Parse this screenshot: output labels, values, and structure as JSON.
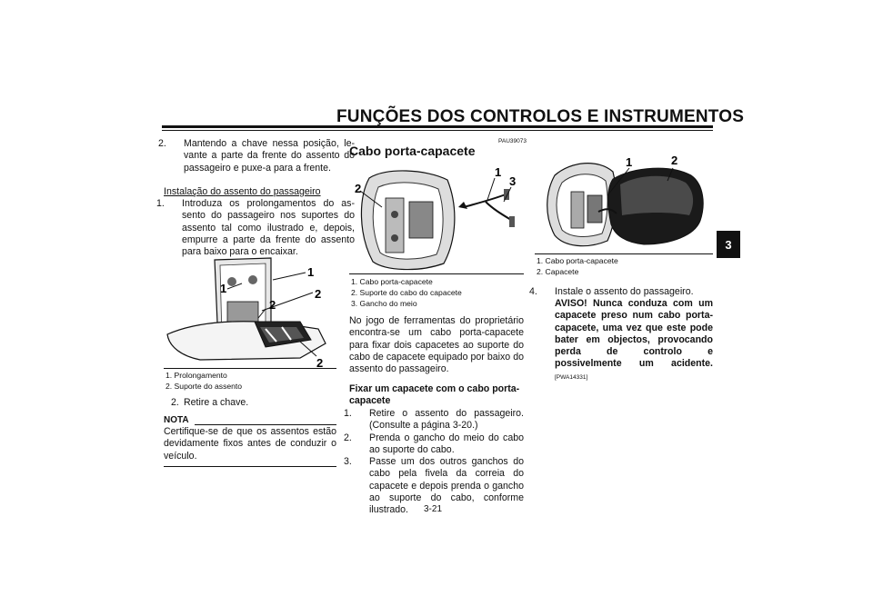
{
  "header": {
    "title": "FUNÇÕES DOS CONTROLOS E INSTRUMENTOS"
  },
  "side_tab": {
    "label": "3"
  },
  "col1": {
    "step2": {
      "num": "2.",
      "text": "Mantendo a chave nessa posição, le­vante a parte da frente do assento do passageiro e puxe-a para a frente."
    },
    "install_heading": "Instalação do assento do passageiro",
    "step1": {
      "num": "1.",
      "text": "Introduza os prolongamentos do as­sento do passageiro nos suportes do assento tal como ilustrado e, depois, empurre a parte da frente do assento para baixo para o encaixar."
    },
    "figure_callouts": [
      "1",
      "1",
      "2",
      "2",
      "2"
    ],
    "legend": [
      "1. Prolongamento",
      "2. Suporte do assento"
    ],
    "step2b": {
      "num": "2.",
      "text": "Retire a chave."
    },
    "nota_label": "NOTA",
    "nota_text": "Certifique-se de que os assentos estão de­vidamente fixos antes de conduzir o veícu­lo."
  },
  "col2": {
    "code": "PAU39073",
    "heading": "Cabo porta-capacete",
    "figure_callouts": [
      "2",
      "1",
      "3"
    ],
    "legend": [
      "1. Cabo porta-capacete",
      "2. Suporte do cabo do capacete",
      "3. Gancho do meio"
    ],
    "para": "No jogo de ferramentas do proprietário en­contra-se um cabo porta-capacete para fi­xar dois capacetes ao suporte do cabo de capacete equipado por baixo do assento do passageiro.",
    "subheading": "Fixar um capacete com o cabo porta-ca­pacete",
    "steps": [
      {
        "num": "1.",
        "text": "Retire o assento do passageiro. (Con­sulte a página 3-20.)"
      },
      {
        "num": "2.",
        "text": "Prenda o gancho do meio do cabo ao suporte do cabo."
      },
      {
        "num": "3.",
        "text": "Passe um dos outros ganchos do cabo pela fivela da correia do capace­te e depois prenda o gancho ao supor­te do cabo, conforme ilustrado."
      }
    ]
  },
  "col3": {
    "figure_callouts": [
      "1",
      "2"
    ],
    "legend": [
      "1. Cabo porta-capacete",
      "2. Capacete"
    ],
    "step4": {
      "num": "4.",
      "text": "Instale o assento do passageiro."
    },
    "warning_label": "AVISO!",
    "warning_text": "Nunca conduza com um ca­pacete preso num cabo porta-capa­cete, uma vez que este pode bater em objectos, provocando perda de controlo e possivelmente um aci­dente.",
    "warning_code": "[PWA14331]"
  },
  "footer": {
    "page_number": "3-21"
  }
}
